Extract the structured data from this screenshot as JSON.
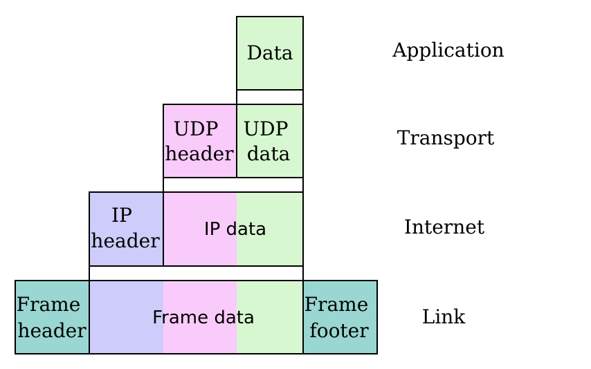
{
  "colors": {
    "application_green": "#d7f7d0",
    "transport_pink": "#f9cbfa",
    "internet_lavender": "#cdccfa",
    "link_teal": "#9ad6d2",
    "outline": "#000000"
  },
  "layers": {
    "application": {
      "label": "Application",
      "data": "Data"
    },
    "transport": {
      "label": "Transport",
      "header_line1": "UDP",
      "header_line2": "header",
      "data_line1": "UDP",
      "data_line2": "data"
    },
    "internet": {
      "label": "Internet",
      "header_line1": "IP",
      "header_line2": "header",
      "data": "IP data"
    },
    "link": {
      "label": "Link",
      "header_line1": "Frame",
      "header_line2": "header",
      "data": "Frame data",
      "footer_line1": "Frame",
      "footer_line2": "footer"
    }
  }
}
